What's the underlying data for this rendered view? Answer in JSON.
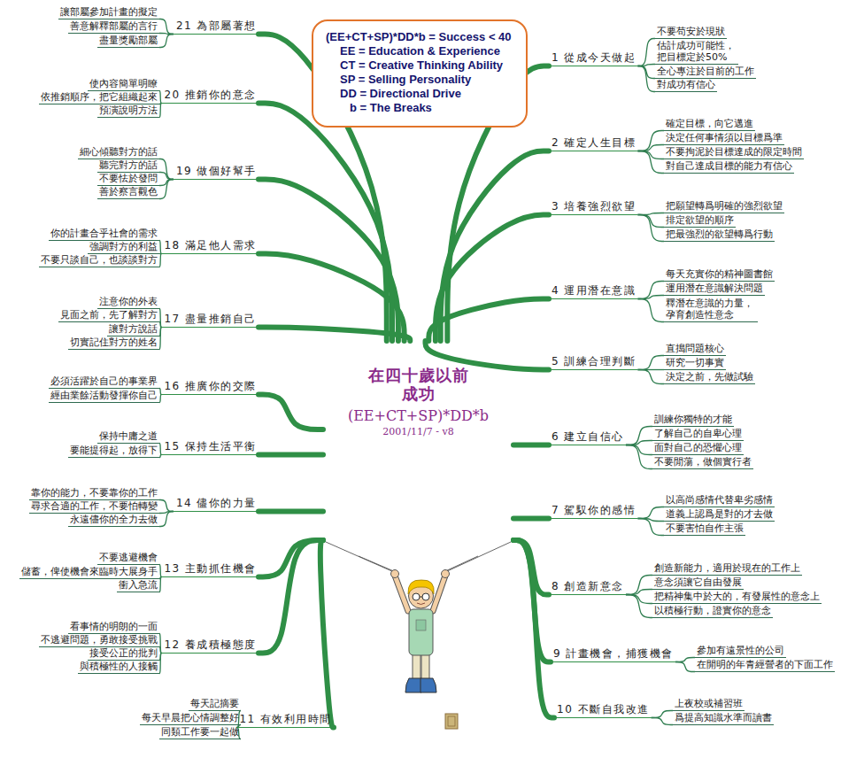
{
  "diagram": {
    "nodes": [
      {
        "text": [
          "(EE+CT+SP)*DD*b = Success < 40",
          "EE = Education & Experience",
          "CT = Creative Thinking Ability",
          "SP = Selling Personality",
          "DD = Directional Drive",
          "b = The Breaks"
        ]
      },
      {
        "text": [
          "在四十歲以前 成功",
          "(EE+CT+SP)*DD*b",
          "2001/11/7 - v8"
        ]
      },
      {
        "text": [
          "1 從成今天做起"
        ]
      },
      {
        "text": [
          "不要苟安於現狀"
        ]
      },
      {
        "text": [
          "估計成功可能性， 把目標定於50%"
        ]
      },
      {
        "text": [
          "全心專注於目前的工作"
        ]
      },
      {
        "text": [
          "對成功有信心"
        ]
      },
      {
        "text": [
          "2 確定人生目標"
        ]
      },
      {
        "text": [
          "確定目標，向它邁進"
        ]
      },
      {
        "text": [
          "決定任何事情須以目標爲準"
        ]
      },
      {
        "text": [
          "不要拘泥於目標達成的限定時間"
        ]
      },
      {
        "text": [
          "對自己達成目標的能力有信心"
        ]
      },
      {
        "text": [
          "3 培養強烈欲望"
        ]
      },
      {
        "text": [
          "把願望轉爲明確的強烈欲望"
        ]
      },
      {
        "text": [
          "排定欲望的順序"
        ]
      },
      {
        "text": [
          "把最強烈的欲望轉爲行動"
        ]
      },
      {
        "text": [
          "4 運用潛在意識"
        ]
      },
      {
        "text": [
          "每天充實你的精神圖書館"
        ]
      },
      {
        "text": [
          "運用潛在意識解決問題"
        ]
      },
      {
        "text": [
          "釋潛在意識的力量， 孕育創造性意念"
        ]
      },
      {
        "text": [
          "5 訓練合理判斷"
        ]
      },
      {
        "text": [
          "直搗問題核心"
        ]
      },
      {
        "text": [
          "研究一切事實"
        ]
      },
      {
        "text": [
          "決定之前，先做試驗"
        ]
      },
      {
        "text": [
          "6 建立自信心"
        ]
      },
      {
        "text": [
          "訓練你獨特的才能"
        ]
      },
      {
        "text": [
          "了解自己的自卑心理"
        ]
      },
      {
        "text": [
          "面對自己的恐懼心理"
        ]
      },
      {
        "text": [
          "不要閒蕩，做個實行者"
        ]
      },
      {
        "text": [
          "7 駕馭你的感情"
        ]
      },
      {
        "text": [
          "以高尚感情代替卑劣感情"
        ]
      },
      {
        "text": [
          "道義上認爲是對的才去做"
        ]
      },
      {
        "text": [
          "不要害怕自作主張"
        ]
      },
      {
        "text": [
          "8 創造新意念"
        ]
      },
      {
        "text": [
          "創造新能力，適用於現在的工作上"
        ]
      },
      {
        "text": [
          "意念須讓它自由發展"
        ]
      },
      {
        "text": [
          "把精神集中於大的，有發展性的意念上"
        ]
      },
      {
        "text": [
          "以積極行動，證實你的意念"
        ]
      },
      {
        "text": [
          "9 計畫機會，捕獲機會"
        ]
      },
      {
        "text": [
          "參加有遠景性的公司"
        ]
      },
      {
        "text": [
          "在開明的年青經營者的下面工作"
        ]
      },
      {
        "text": [
          "10 不斷自我改進"
        ]
      },
      {
        "text": [
          "上夜校或補習班"
        ]
      },
      {
        "text": [
          "爲提高知識水準而讀書"
        ]
      },
      {
        "text": [
          "11 有效利用時間"
        ]
      },
      {
        "text": [
          "每天記摘要"
        ]
      },
      {
        "text": [
          "每天早晨把心情調整好"
        ]
      },
      {
        "text": [
          "同類工作要一起做"
        ]
      },
      {
        "text": [
          "12 養成積極態度"
        ]
      },
      {
        "text": [
          "看事情的明朗的一面"
        ]
      },
      {
        "text": [
          "不逃避問題，勇敢接受挑戰"
        ]
      },
      {
        "text": [
          "接受公正的批判"
        ]
      },
      {
        "text": [
          "與積極性的人接觸"
        ]
      },
      {
        "text": [
          "13 主動抓住機會"
        ]
      },
      {
        "text": [
          "不要逃避機會"
        ]
      },
      {
        "text": [
          "儲蓄，俾使機會來臨時大展身手"
        ]
      },
      {
        "text": [
          "衝入急流"
        ]
      },
      {
        "text": [
          "14 儘你的力量"
        ]
      },
      {
        "text": [
          "靠你的能力，不要靠你的工作"
        ]
      },
      {
        "text": [
          "尋求合適的工作，不要怕轉變"
        ]
      },
      {
        "text": [
          "永遠儘你的全力去做"
        ]
      },
      {
        "text": [
          "15 保持生活平衡"
        ]
      },
      {
        "text": [
          "保持中庸之道"
        ]
      },
      {
        "text": [
          "要能提得起，放得下"
        ]
      },
      {
        "text": [
          "16 推廣你的交際"
        ]
      },
      {
        "text": [
          "必須活躍於自己的事業界"
        ]
      },
      {
        "text": [
          "經由業餘活動發揮你自己"
        ]
      },
      {
        "text": [
          "17 盡量推銷自己"
        ]
      },
      {
        "text": [
          "注意你的外表"
        ]
      },
      {
        "text": [
          "見面之前，先了解對方"
        ]
      },
      {
        "text": [
          "讓對方說話"
        ]
      },
      {
        "text": [
          "切實記住對方的姓名"
        ]
      },
      {
        "text": [
          "18 滿足他人需求"
        ]
      },
      {
        "text": [
          "你的計畫合乎社會的需求"
        ]
      },
      {
        "text": [
          "強調對方的利益"
        ]
      },
      {
        "text": [
          "不要只談自己，也談談對方"
        ]
      },
      {
        "text": [
          "19 做個好幫手"
        ]
      },
      {
        "text": [
          "細心傾聽對方的話"
        ]
      },
      {
        "text": [
          "聽完對方的話"
        ]
      },
      {
        "text": [
          "不要怯於發問"
        ]
      },
      {
        "text": [
          "善於察言觀色"
        ]
      },
      {
        "text": [
          "20 推銷你的意念"
        ]
      },
      {
        "text": [
          "使內容簡單明瞭"
        ]
      },
      {
        "text": [
          "依推銷順序，把它組織起來"
        ]
      },
      {
        "text": [
          "預演說明方法"
        ]
      },
      {
        "text": [
          "21 為部屬著想"
        ]
      },
      {
        "text": [
          "讓部屬參加計畫的擬定"
        ]
      },
      {
        "text": [
          "善意解釋部屬的言行"
        ]
      },
      {
        "text": [
          "盡量獎勵部屬"
        ]
      }
    ],
    "edges": [
      {
        "from": 1,
        "to": 2,
        "arrow": "none"
      },
      {
        "from": 2,
        "to": 3,
        "arrow": "none"
      },
      {
        "from": 2,
        "to": 4,
        "arrow": "none"
      },
      {
        "from": 2,
        "to": 5,
        "arrow": "none"
      },
      {
        "from": 2,
        "to": 6,
        "arrow": "none"
      },
      {
        "from": 1,
        "to": 7,
        "arrow": "none"
      },
      {
        "from": 7,
        "to": 8,
        "arrow": "none"
      },
      {
        "from": 7,
        "to": 9,
        "arrow": "none"
      },
      {
        "from": 7,
        "to": 10,
        "arrow": "none"
      },
      {
        "from": 7,
        "to": 11,
        "arrow": "none"
      },
      {
        "from": 1,
        "to": 12,
        "arrow": "none"
      },
      {
        "from": 12,
        "to": 13,
        "arrow": "none"
      },
      {
        "from": 12,
        "to": 14,
        "arrow": "none"
      },
      {
        "from": 12,
        "to": 15,
        "arrow": "none"
      },
      {
        "from": 1,
        "to": 16,
        "arrow": "none"
      },
      {
        "from": 16,
        "to": 17,
        "arrow": "none"
      },
      {
        "from": 16,
        "to": 18,
        "arrow": "none"
      },
      {
        "from": 16,
        "to": 19,
        "arrow": "none"
      },
      {
        "from": 1,
        "to": 20,
        "arrow": "none"
      },
      {
        "from": 20,
        "to": 21,
        "arrow": "none"
      },
      {
        "from": 20,
        "to": 22,
        "arrow": "none"
      },
      {
        "from": 20,
        "to": 23,
        "arrow": "none"
      },
      {
        "from": 1,
        "to": 24,
        "arrow": "none"
      },
      {
        "from": 24,
        "to": 25,
        "arrow": "none"
      },
      {
        "from": 24,
        "to": 26,
        "arrow": "none"
      },
      {
        "from": 24,
        "to": 27,
        "arrow": "none"
      },
      {
        "from": 24,
        "to": 28,
        "arrow": "none"
      },
      {
        "from": 1,
        "to": 29,
        "arrow": "none"
      },
      {
        "from": 29,
        "to": 30,
        "arrow": "none"
      },
      {
        "from": 29,
        "to": 31,
        "arrow": "none"
      },
      {
        "from": 29,
        "to": 32,
        "arrow": "none"
      },
      {
        "from": 1,
        "to": 33,
        "arrow": "none"
      },
      {
        "from": 33,
        "to": 34,
        "arrow": "none"
      },
      {
        "from": 33,
        "to": 35,
        "arrow": "none"
      },
      {
        "from": 33,
        "to": 36,
        "arrow": "none"
      },
      {
        "from": 33,
        "to": 37,
        "arrow": "none"
      },
      {
        "from": 1,
        "to": 38,
        "arrow": "none"
      },
      {
        "from": 38,
        "to": 39,
        "arrow": "none"
      },
      {
        "from": 38,
        "to": 40,
        "arrow": "none"
      },
      {
        "from": 1,
        "to": 41,
        "arrow": "none"
      },
      {
        "from": 41,
        "to": 42,
        "arrow": "none"
      },
      {
        "from": 41,
        "to": 43,
        "arrow": "none"
      },
      {
        "from": 1,
        "to": 44,
        "arrow": "none"
      },
      {
        "from": 44,
        "to": 45,
        "arrow": "none"
      },
      {
        "from": 44,
        "to": 46,
        "arrow": "none"
      },
      {
        "from": 44,
        "to": 47,
        "arrow": "none"
      },
      {
        "from": 1,
        "to": 48,
        "arrow": "none"
      },
      {
        "from": 48,
        "to": 49,
        "arrow": "none"
      },
      {
        "from": 48,
        "to": 50,
        "arrow": "none"
      },
      {
        "from": 48,
        "to": 51,
        "arrow": "none"
      },
      {
        "from": 48,
        "to": 52,
        "arrow": "none"
      },
      {
        "from": 1,
        "to": 53,
        "arrow": "none"
      },
      {
        "from": 53,
        "to": 54,
        "arrow": "none"
      },
      {
        "from": 53,
        "to": 55,
        "arrow": "none"
      },
      {
        "from": 53,
        "to": 56,
        "arrow": "none"
      },
      {
        "from": 1,
        "to": 57,
        "arrow": "none"
      },
      {
        "from": 57,
        "to": 58,
        "arrow": "none"
      },
      {
        "from": 57,
        "to": 59,
        "arrow": "none"
      },
      {
        "from": 57,
        "to": 60,
        "arrow": "none"
      },
      {
        "from": 1,
        "to": 61,
        "arrow": "none"
      },
      {
        "from": 61,
        "to": 62,
        "arrow": "none"
      },
      {
        "from": 61,
        "to": 63,
        "arrow": "none"
      },
      {
        "from": 1,
        "to": 64,
        "arrow": "none"
      },
      {
        "from": 64,
        "to": 65,
        "arrow": "none"
      },
      {
        "from": 64,
        "to": 66,
        "arrow": "none"
      },
      {
        "from": 1,
        "to": 67,
        "arrow": "none"
      },
      {
        "from": 67,
        "to": 68,
        "arrow": "none"
      },
      {
        "from": 67,
        "to": 69,
        "arrow": "none"
      },
      {
        "from": 67,
        "to": 70,
        "arrow": "none"
      },
      {
        "from": 67,
        "to": 71,
        "arrow": "none"
      },
      {
        "from": 1,
        "to": 72,
        "arrow": "none"
      },
      {
        "from": 72,
        "to": 73,
        "arrow": "none"
      },
      {
        "from": 72,
        "to": 74,
        "arrow": "none"
      },
      {
        "from": 72,
        "to": 75,
        "arrow": "none"
      },
      {
        "from": 1,
        "to": 76,
        "arrow": "none"
      },
      {
        "from": 76,
        "to": 77,
        "arrow": "none"
      },
      {
        "from": 76,
        "to": 78,
        "arrow": "none"
      },
      {
        "from": 76,
        "to": 79,
        "arrow": "none"
      },
      {
        "from": 76,
        "to": 80,
        "arrow": "none"
      },
      {
        "from": 1,
        "to": 81,
        "arrow": "none"
      },
      {
        "from": 81,
        "to": 82,
        "arrow": "none"
      },
      {
        "from": 81,
        "to": 83,
        "arrow": "none"
      },
      {
        "from": 81,
        "to": 84,
        "arrow": "none"
      },
      {
        "from": 1,
        "to": 85,
        "arrow": "none"
      },
      {
        "from": 85,
        "to": 86,
        "arrow": "none"
      },
      {
        "from": 85,
        "to": 87,
        "arrow": "none"
      },
      {
        "from": 85,
        "to": 88,
        "arrow": "none"
      }
    ]
  }
}
